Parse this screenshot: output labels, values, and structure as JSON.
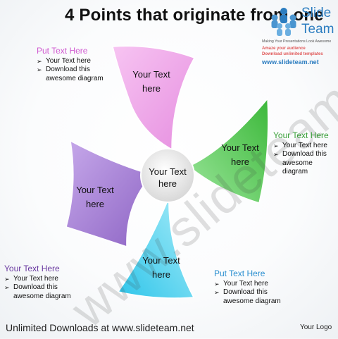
{
  "title": "4 Points that originate from one",
  "logo": {
    "brand_line1": "Slide",
    "brand_line2": "Team",
    "tagline": "Making Your Presentations Look Awesome",
    "promo_line1": "Amaze your audience",
    "promo_line2": "Download unlimited templates",
    "url": "www.slideteam.net"
  },
  "center": {
    "line1": "Your Text",
    "line2": "here"
  },
  "petals": [
    {
      "line1": "Your Text",
      "line2": "here",
      "color": "#f2a8ec"
    },
    {
      "line1": "Your Text",
      "line2": "here",
      "color": "#4bc44a"
    },
    {
      "line1": "Your Text",
      "line2": "here",
      "color": "#4fd3ef"
    },
    {
      "line1": "Your Text",
      "line2": "here",
      "color": "#a07ad0"
    }
  ],
  "blocks": [
    {
      "heading": "Put Text Here",
      "heading_color": "#d05ad0",
      "item1": "Your Text here",
      "item2a": "Download this",
      "item2b": "awesome diagram"
    },
    {
      "heading": "Your Text Here",
      "heading_color": "#3aa03a",
      "item1": "Your Text here",
      "item2a": "Download this",
      "item2b": "awesome diagram"
    },
    {
      "heading": "Put Text Here",
      "heading_color": "#2a8fd0",
      "item1": "Your Text here",
      "item2a": "Download this",
      "item2b": "awesome diagram"
    },
    {
      "heading": "Your Text Here",
      "heading_color": "#6a3aa0",
      "item1": "Your Text here",
      "item2a": "Download this",
      "item2b": "awesome diagram"
    }
  ],
  "watermark": "www.slideteam.net",
  "footer": "Unlimited Downloads at www.slideteam.net",
  "your_logo": "Your Logo"
}
